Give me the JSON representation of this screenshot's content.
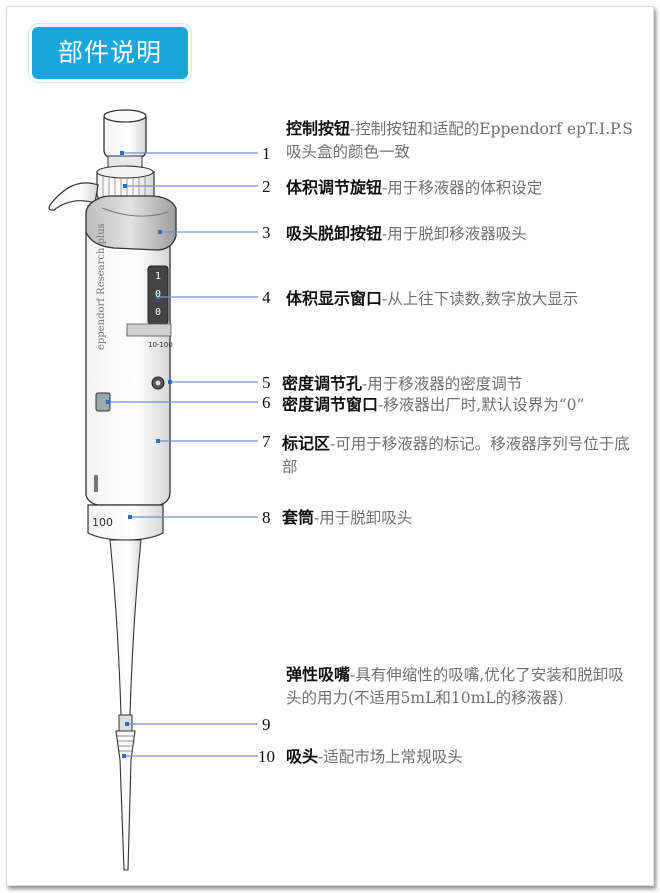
{
  "title": "部件说明",
  "brand_text": "eppendorf Research plus",
  "barrel_marks": [
    "10-100",
    "100"
  ],
  "volume_digits": [
    "1",
    "0",
    "0"
  ],
  "label_numbers": [
    "1",
    "2",
    "3",
    "4",
    "5",
    "6",
    "7",
    "8",
    "9",
    "10"
  ],
  "items": [
    {
      "name": "控制按钮",
      "sep": "-",
      "desc": "控制按钮和适配的Eppendorf epT.I.P.S吸头盒的颜色一致"
    },
    {
      "name": "体积调节旋钮",
      "sep": "-",
      "desc": "用于移液器的体积设定"
    },
    {
      "name": "吸头脱卸按钮",
      "sep": "-",
      "desc": "用于脱卸移液器吸头"
    },
    {
      "name": "体积显示窗口",
      "sep": "-",
      "desc": "从上往下读数,数字放大显示"
    },
    {
      "name": "密度调节孔",
      "sep": "-",
      "desc": "用于移液器的密度调节"
    },
    {
      "name": "密度调节窗口",
      "sep": "-",
      "desc": "移液器出厂时,默认设界为“0”"
    },
    {
      "name": "标记区",
      "sep": "-",
      "desc": "可用于移液器的标记。移液器序列号位于底部"
    },
    {
      "name": "套筒",
      "sep": "-",
      "desc": "用于脱卸吸头"
    },
    {
      "name": "弹性吸嘴",
      "sep": "-",
      "desc": "具有伸缩性的吸嘴,优化了安装和脱卸吸头的用力(不适用5mL和10mL的移液器)"
    },
    {
      "name": "吸头",
      "sep": "-",
      "desc": "适配市场上常规吸头"
    }
  ],
  "colors": {
    "accent": "#19a6dc",
    "leader": "#6f93c9",
    "dot": "#2b6fc4"
  }
}
